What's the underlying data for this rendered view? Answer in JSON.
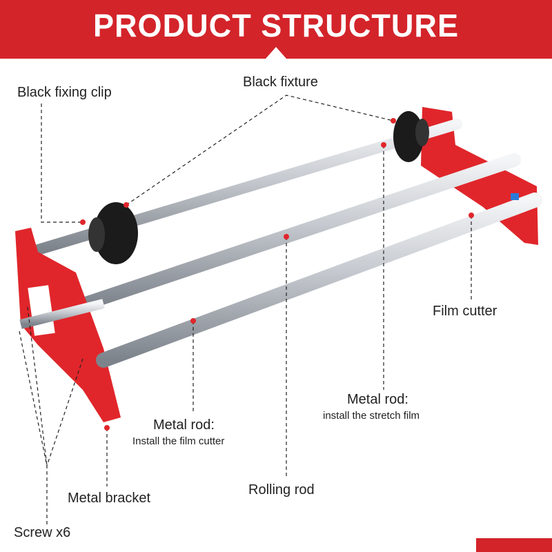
{
  "header": {
    "title": "PRODUCT STRUCTURE"
  },
  "colors": {
    "brand_red": "#d3242a",
    "bracket_red": "#e0262b",
    "rod_silver": "#c8ccd2",
    "fixture_black": "#1b1b1b"
  },
  "labels": {
    "black_fixing_clip": "Black fixing clip",
    "black_fixture": "Black fixture",
    "film_cutter": "Film cutter",
    "metal_rod_stretch_title": "Metal rod:",
    "metal_rod_stretch_desc": "install the stretch film",
    "metal_rod_cutter_title": "Metal rod:",
    "metal_rod_cutter_desc": "Install the film cutter",
    "rolling_rod": "Rolling rod",
    "metal_bracket": "Metal bracket",
    "screw": "Screw x6"
  }
}
